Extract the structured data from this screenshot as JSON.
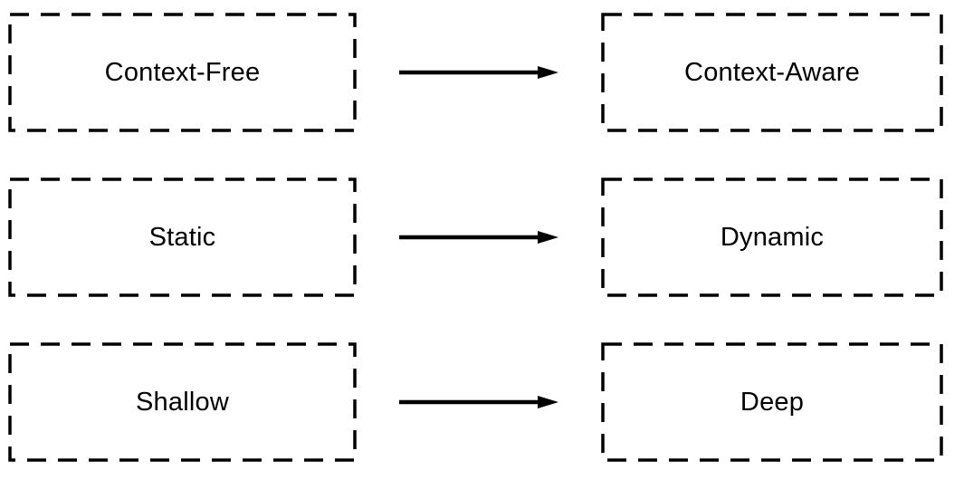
{
  "diagram": {
    "type": "transition-diagram",
    "rows": [
      {
        "from": "Context-Free",
        "to": "Context-Aware",
        "arrow_direction": "right"
      },
      {
        "from": "Static",
        "to": "Dynamic",
        "arrow_direction": "right"
      },
      {
        "from": "Shallow",
        "to": "Deep",
        "arrow_direction": "right"
      }
    ],
    "colors": {
      "stroke": "#000000",
      "text": "#000000",
      "background": "#ffffff"
    },
    "box_border_style": "dashed"
  }
}
